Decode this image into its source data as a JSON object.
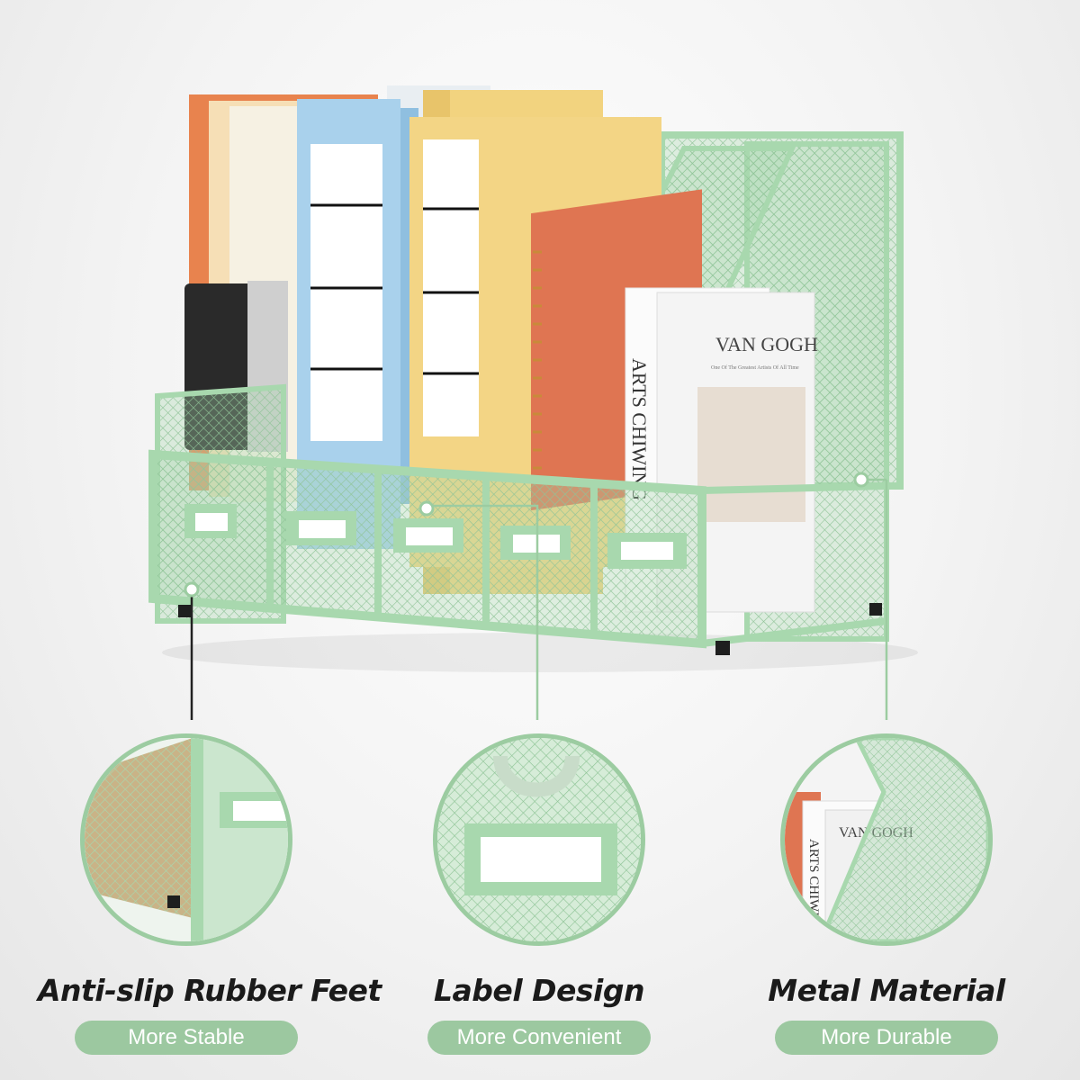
{
  "hero": {
    "book_title": "VAN GOGH",
    "book_subtitle": "One Of The Greatest Artists Of All Time",
    "book_spine": "ARTS CHIWING"
  },
  "features": [
    {
      "title": "Anti-slip Rubber Feet",
      "subtitle": "More Stable"
    },
    {
      "title": "Label Design",
      "subtitle": "More Convenient"
    },
    {
      "title": "Metal Material",
      "subtitle": "More Durable"
    }
  ],
  "colors": {
    "mint_green": "#a8d8ae",
    "label_pill": "#9cc8a0",
    "blue_binder": "#a9d1ec",
    "yellow_binder": "#f2d37f",
    "orange_notebook": "#df7552"
  }
}
